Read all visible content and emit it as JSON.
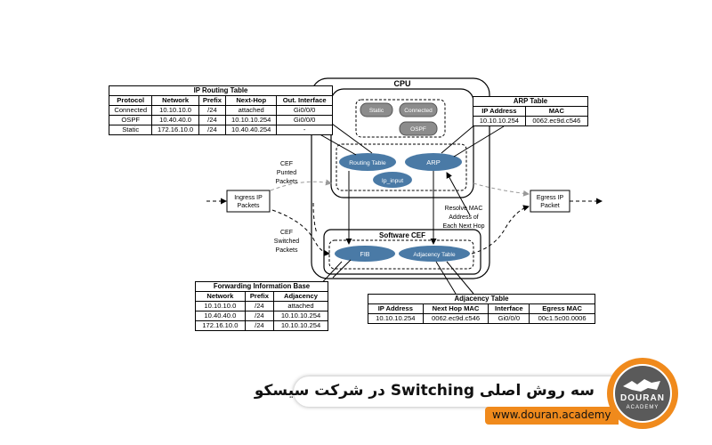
{
  "cpu": {
    "label": "CPU",
    "pills": {
      "static": "Static",
      "connected": "Connected",
      "ospf": "OSPF"
    },
    "routing_table": "Routing Table",
    "arp": "ARP",
    "ip_input": "Ip_input"
  },
  "software_cef": {
    "label": "Software CEF",
    "fib": "FIB",
    "adjacency_table": "Adjacency Table"
  },
  "labels": {
    "cef_punted": [
      "CEF",
      "Punted",
      "Packets"
    ],
    "cef_switched": [
      "CEF",
      "Switched",
      "Packets"
    ],
    "ingress": [
      "Ingress IP",
      "Packets"
    ],
    "egress": [
      "Egress IP",
      "Packet"
    ],
    "resolve_mac": [
      "Resolve MAC",
      "Address of",
      "Each Next Hop"
    ]
  },
  "ip_routing_table": {
    "title": "IP Routing Table",
    "headers": [
      "Protocol",
      "Network",
      "Prefix",
      "Next-Hop",
      "Out. Interface"
    ],
    "rows": [
      [
        "Connected",
        "10.10.10.0",
        "/24",
        "attached",
        "Gi0/0/0"
      ],
      [
        "OSPF",
        "10.40.40.0",
        "/24",
        "10.10.10.254",
        "Gi0/0/0"
      ],
      [
        "Static",
        "172.16.10.0",
        "/24",
        "10.40.40.254",
        "-"
      ]
    ]
  },
  "arp_table": {
    "title": "ARP Table",
    "headers": [
      "IP Address",
      "MAC"
    ],
    "rows": [
      [
        "10.10.10.254",
        "0062.ec9d.c546"
      ]
    ]
  },
  "fib_table": {
    "title": "Forwarding Information Base",
    "headers": [
      "Network",
      "Prefix",
      "Adjacency"
    ],
    "rows": [
      [
        "10.10.10.0",
        "/24",
        "attached"
      ],
      [
        "10.40.40.0",
        "/24",
        "10.10.10.254"
      ],
      [
        "172.16.10.0",
        "/24",
        "10.10.10.254"
      ]
    ]
  },
  "adjacency_table": {
    "title": "Adjacency Table",
    "headers": [
      "IP Address",
      "Next Hop MAC",
      "Interface",
      "Egress MAC"
    ],
    "rows": [
      [
        "10.10.10.254",
        "0062.ec9d.c546",
        "Gi0/0/0",
        "00c1.5c00.0006"
      ]
    ]
  },
  "banner": {
    "title": "سه روش اصلی Switching در شرکت سیسکو",
    "url": "www.douran.academy"
  },
  "logo": {
    "line1": "DOURAN",
    "line2": "ACADEMY"
  },
  "colors": {
    "node_blue": "#4a7aa6",
    "pill_gray": "#8c8c8c",
    "accent_orange": "#f08a1c",
    "dark_gray": "#5a5a5a"
  }
}
